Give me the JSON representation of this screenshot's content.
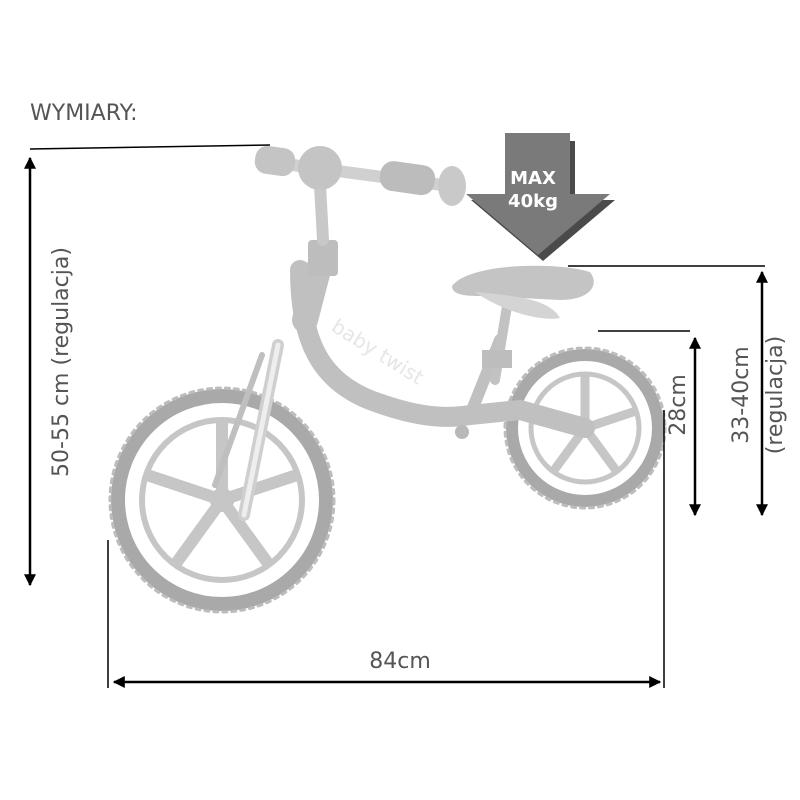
{
  "heading": "WYMIARY:",
  "dimensions": {
    "height_handlebar": "50-55 cm (regulacja)",
    "height_seat_value": "33-40cm",
    "height_seat_note": "(regulacja)",
    "wheel_height": "28cm",
    "length": "84cm"
  },
  "max_load": {
    "line1": "MAX",
    "line2": "40kg"
  },
  "frame_text": "baby twist",
  "colors": {
    "lines": "#000000",
    "text": "#555555",
    "bike": "#c8c8c8",
    "tire": "#a8a8a8",
    "arrow_badge": "#7a7a7a"
  }
}
